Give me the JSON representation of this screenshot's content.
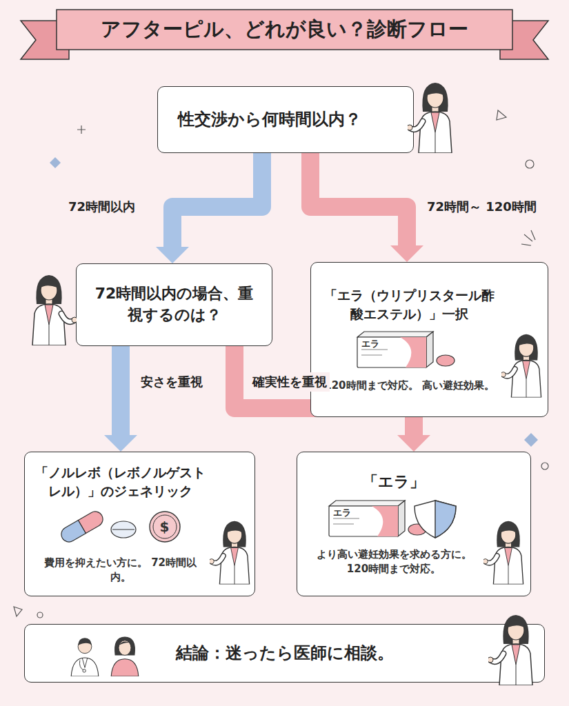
{
  "diagram": {
    "title": "アフターピル、どれが良い？診断フロー",
    "nodes": [
      {
        "text": [
          "性交渉から何時間以内？"
        ]
      },
      {
        "text": [
          "72時間以内の場合、重視するのは？"
        ]
      },
      {
        "text": [
          "「エラ（ウリプリスタール酢酸エステル）」一択",
          "120時間まで対応。 高い避妊効果。"
        ]
      },
      {
        "text": [
          "「ノルレボ（レボノルゲストレル）」のジェネリック",
          "費用を抑えたい方に。 72時間以内。"
        ]
      },
      {
        "text": [
          "「エラ」",
          "より高い避妊効果を求める方に。 120時間まで対応。"
        ]
      },
      {
        "text": [
          "結論：迷ったら医師に相談。"
        ]
      }
    ],
    "edges": [
      {
        "from": 0,
        "to": 1,
        "label": "72時間以内",
        "arrow": "to"
      },
      {
        "from": 0,
        "to": 2,
        "label": "72時間～ 120時間",
        "arrow": "to"
      },
      {
        "from": 1,
        "to": 3,
        "label": "安さを重視",
        "arrow": "to"
      },
      {
        "from": 1,
        "to": 4,
        "label": "確実性を重視",
        "arrow": "to"
      }
    ],
    "labels": [
      "エラ",
      "$",
      "エラ"
    ]
  }
}
